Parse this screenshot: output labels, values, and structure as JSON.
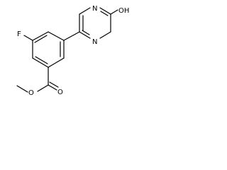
{
  "molecule": {
    "atom_labels": {
      "fluorine": "F",
      "ring_n_top": "N",
      "ring_n_bottom": "N",
      "hydroxyl": "OH",
      "carbonyl_oxygen": "O",
      "ester_oxygen": "O"
    },
    "colors": {
      "bonds": "#000000",
      "labels": "#000000",
      "background": "#ffffff"
    }
  }
}
